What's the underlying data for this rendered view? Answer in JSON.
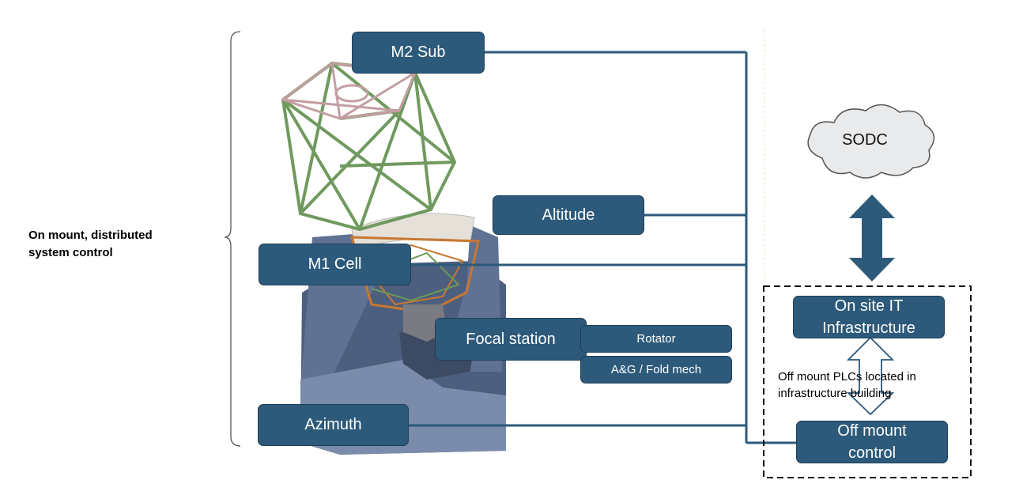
{
  "side_label": {
    "line1": "On mount, distributed",
    "line2": "system control"
  },
  "boxes": {
    "m2_sub": "M2 Sub",
    "altitude": "Altitude",
    "m1_cell": "M1 Cell",
    "focal_station": "Focal station",
    "rotator": "Rotator",
    "ag_fold": "A&G / Fold mech",
    "azimuth": "Azimuth",
    "it_infra": {
      "line1": "On site IT",
      "line2": "Infrastructure"
    },
    "off_mount": {
      "line1": "Off mount",
      "line2": "control"
    }
  },
  "cloud_label": "SODC",
  "note": {
    "line1": "Off mount PLCs located in",
    "line2": "infrastructure building"
  },
  "colors": {
    "box_fill": "#2d5a7a",
    "line": "#2d5a7a",
    "cloud": "#e9eaec"
  }
}
